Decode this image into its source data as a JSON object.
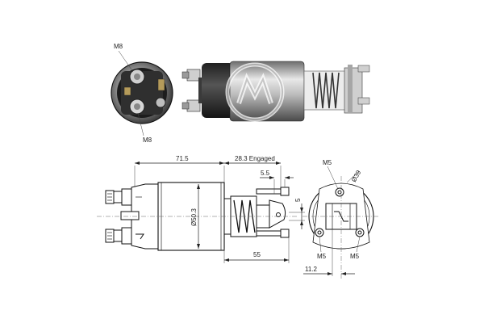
{
  "labels": {
    "front_top_thread": "M8",
    "front_bottom_thread": "M8",
    "body_length": "71.5",
    "engaged": "28.3 Engaged",
    "plunger_offset": "5.5",
    "body_diameter": "Ø50.3",
    "small_gap": "5",
    "bottom_length": "55",
    "end_top_thread": "M5",
    "end_diameter": "Ø39",
    "end_left_thread": "M5",
    "end_right_thread": "M5",
    "end_offset": "11.2"
  },
  "colors": {
    "line": "#222222",
    "metal_light": "#d9d9d9",
    "metal_mid": "#9a9a9a",
    "metal_dark": "#3a3a3a",
    "watermark": "#bfbfbf"
  }
}
